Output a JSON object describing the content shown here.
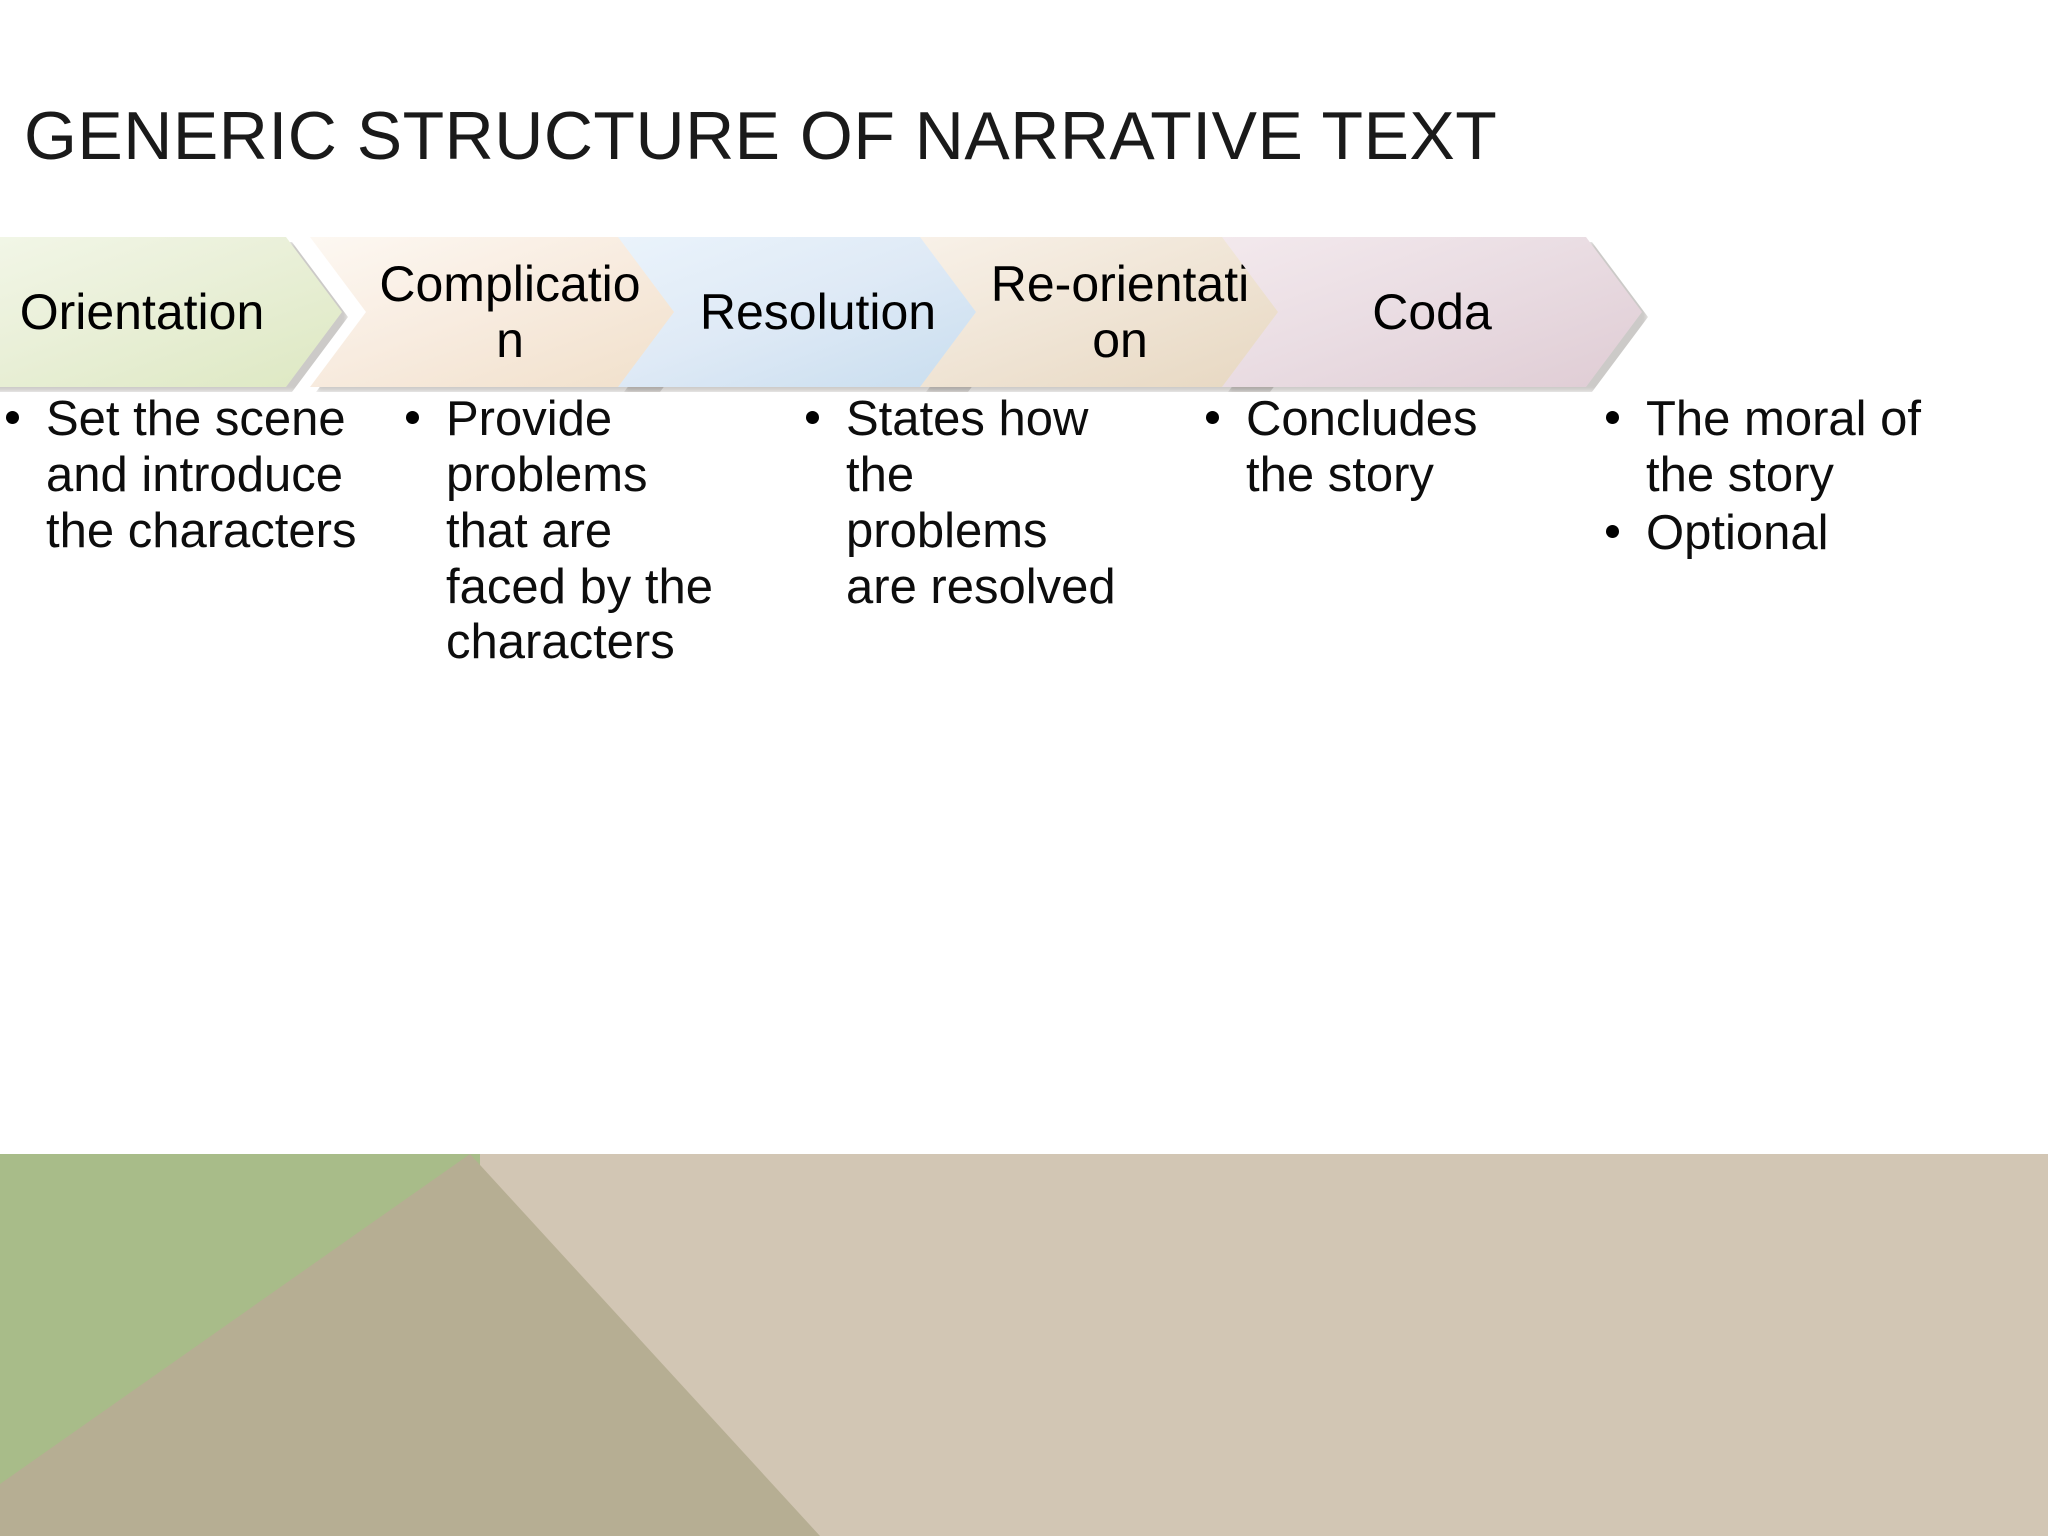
{
  "slide": {
    "title": "GENERIC STRUCTURE OF NARRATIVE TEXT",
    "background_color": "#ffffff"
  },
  "stages": [
    {
      "id": "orientation",
      "label": "Orientation",
      "fill_start": "#f3f7e9",
      "fill_end": "#dde8c2",
      "bullets": [
        "Set the scene and introduce the characters"
      ]
    },
    {
      "id": "complication",
      "label": "Complication",
      "fill_start": "#fdf8f2",
      "fill_end": "#f0dfc9",
      "bullets": [
        "Provide problems that are faced by the characters"
      ]
    },
    {
      "id": "resolution",
      "label": "Resolution",
      "fill_start": "#eaf3fb",
      "fill_end": "#c6dcee",
      "bullets": [
        "States how the problems are resolved"
      ]
    },
    {
      "id": "re-orientation",
      "label": "Re-orientation",
      "fill_start": "#f8f1e8",
      "fill_end": "#e6d6bf",
      "bullets": [
        "Concludes the story"
      ]
    },
    {
      "id": "coda",
      "label": "Coda",
      "fill_start": "#f3e9ed",
      "fill_end": "#dfccd4",
      "bullets": [
        "The moral of the story",
        "Optional"
      ]
    }
  ],
  "decor": {
    "green": "#a8bc89",
    "tan": "#d2c6b4",
    "olive": "#b6ae93"
  }
}
